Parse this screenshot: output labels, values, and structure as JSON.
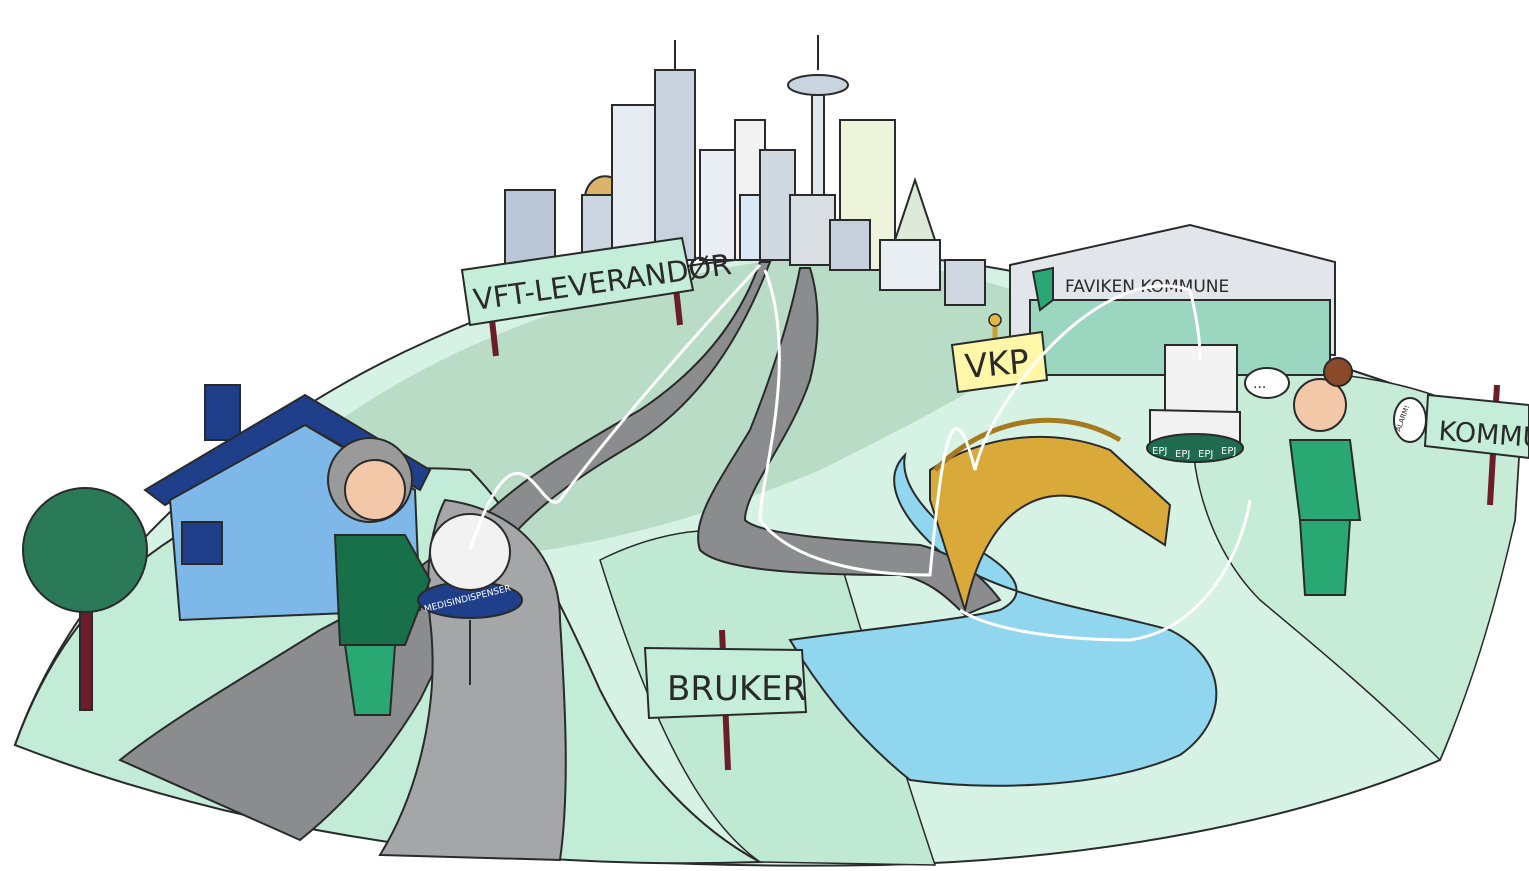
{
  "signs": {
    "vft": "VFT-LEVERANDØR",
    "vkp": "VKP",
    "kommune": "KOMMU",
    "bruker": "BRUKER"
  },
  "building": {
    "name": "FAVIKEN KOMMUNE"
  },
  "device": {
    "label": "MEDISINDISPENSER"
  },
  "epj": {
    "labels": [
      "EPJ",
      "EPJ",
      "EPJ",
      "EPJ"
    ]
  },
  "speech": {
    "nurse": "...",
    "phone": "ALARM!"
  },
  "colors": {
    "hill_light": "#c9eedc",
    "hill_mid": "#b7dcc6",
    "road": "#8a8c8e",
    "water": "#8fd6ee",
    "sign_green": "#c4eed9",
    "sign_yellow": "#fff6a8",
    "scrubs": "#2aa874",
    "cardigan": "#17704a",
    "house_roof": "#1f3f8a",
    "house_wall": "#7eb8e8",
    "bridge": "#d9a93a"
  }
}
